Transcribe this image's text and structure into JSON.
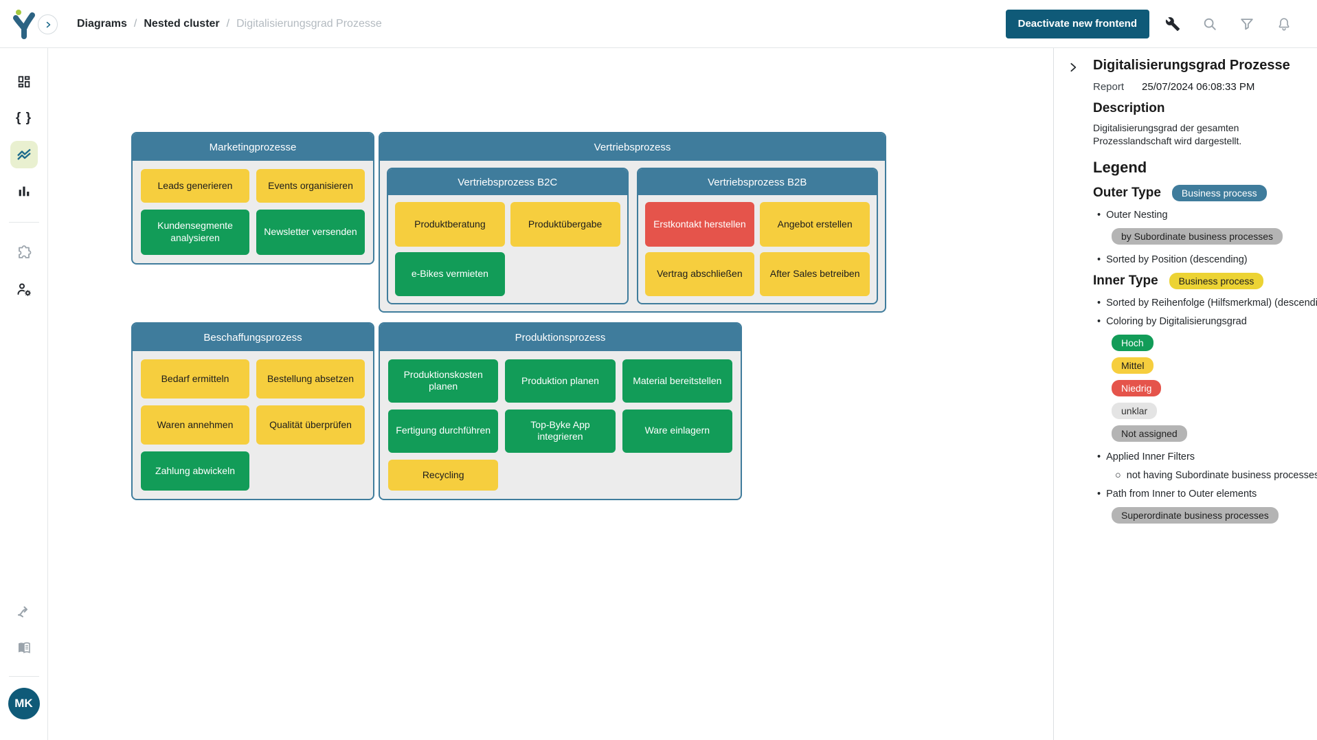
{
  "colors": {
    "accent": "#0f5a78",
    "cluster_header_blue": "#3f7c9c",
    "hoch_green": "#129c58",
    "mittel_yellow": "#f6ce3e",
    "niedrig_red": "#e5544b",
    "unklar_gray": "#e4e4e4",
    "not_assigned_gray": "#b4b4b4",
    "active_nav_bg": "#e9f0d0"
  },
  "topbar": {
    "separator": "/",
    "breadcrumb": [
      {
        "label": "Diagrams"
      },
      {
        "label": "Nested cluster"
      },
      {
        "label": "Digitalisierungsgrad Prozesse"
      }
    ],
    "deactivate_button": "Deactivate new frontend"
  },
  "sidebar": {
    "avatar_initials": "MK",
    "braces_glyph": "{ }"
  },
  "diagram": {
    "marketing": {
      "title": "Marketingprozesse",
      "cards": [
        {
          "label": "Leads generieren",
          "level": "mittel"
        },
        {
          "label": "Events organisieren",
          "level": "mittel"
        },
        {
          "label": "Kundensegmente analysieren",
          "level": "hoch"
        },
        {
          "label": "Newsletter versenden",
          "level": "hoch"
        }
      ]
    },
    "vertrieb": {
      "title": "Vertriebsprozess",
      "b2c": {
        "title": "Vertriebsprozess B2C",
        "cards": [
          {
            "label": "Produktberatung",
            "level": "mittel"
          },
          {
            "label": "Produktübergabe",
            "level": "mittel"
          },
          {
            "label": "e-Bikes vermieten",
            "level": "hoch"
          }
        ]
      },
      "b2b": {
        "title": "Vertriebsprozess B2B",
        "cards": [
          {
            "label": "Erstkontakt herstellen",
            "level": "niedrig"
          },
          {
            "label": "Angebot erstellen",
            "level": "mittel"
          },
          {
            "label": "Vertrag abschließen",
            "level": "mittel"
          },
          {
            "label": "After Sales betreiben",
            "level": "mittel"
          }
        ]
      }
    },
    "beschaffung": {
      "title": "Beschaffungsprozess",
      "cards": [
        {
          "label": "Bedarf ermitteln",
          "level": "mittel"
        },
        {
          "label": "Bestellung absetzen",
          "level": "mittel"
        },
        {
          "label": "Waren annehmen",
          "level": "mittel"
        },
        {
          "label": "Qualität überprüfen",
          "level": "mittel"
        },
        {
          "label": "Zahlung abwickeln",
          "level": "hoch"
        }
      ]
    },
    "produktion": {
      "title": "Produktionsprozess",
      "cards": [
        {
          "label": "Produktionskosten planen",
          "level": "hoch"
        },
        {
          "label": "Produktion planen",
          "level": "hoch"
        },
        {
          "label": "Material bereitstellen",
          "level": "hoch"
        },
        {
          "label": "Fertigung durchführen",
          "level": "hoch"
        },
        {
          "label": "Top-Byke App integrieren",
          "level": "hoch"
        },
        {
          "label": "Ware einlagern",
          "level": "hoch"
        },
        {
          "label": "Recycling",
          "level": "mittel"
        }
      ]
    }
  },
  "panel": {
    "title": "Digitalisierungsgrad Prozesse",
    "report_label": "Report",
    "report_value": "25/07/2024 06:08:33 PM",
    "description_heading": "Description",
    "description_text": "Digitalisierungsgrad der gesamten Prozesslandschaft wird dargestellt.",
    "legend_heading": "Legend",
    "outer_type_label": "Outer Type",
    "outer_type_value": "Business process",
    "inner_type_label": "Inner Type",
    "inner_type_value": "Business process",
    "bullets": {
      "outer_nesting": "Outer Nesting",
      "sorted_position": "Sorted by Position (descending)",
      "sorted_reihenfolge": "Sorted by Reihenfolge (Hilfsmerkmal) (descending)",
      "coloring": "Coloring by Digitalisierungsgrad",
      "applied_filters": "Applied Inner Filters",
      "inner_filter": "not having Subordinate business processes",
      "path": "Path from Inner to Outer elements"
    },
    "nesting_pill": "by Subordinate business processes",
    "path_pill": "Superordinate business processes",
    "coloring_pills": [
      {
        "label": "Hoch",
        "level": "hoch"
      },
      {
        "label": "Mittel",
        "level": "mittel"
      },
      {
        "label": "Niedrig",
        "level": "niedrig"
      },
      {
        "label": "unklar",
        "level": "unklar"
      },
      {
        "label": "Not assigned",
        "level": "not-assigned"
      }
    ]
  }
}
